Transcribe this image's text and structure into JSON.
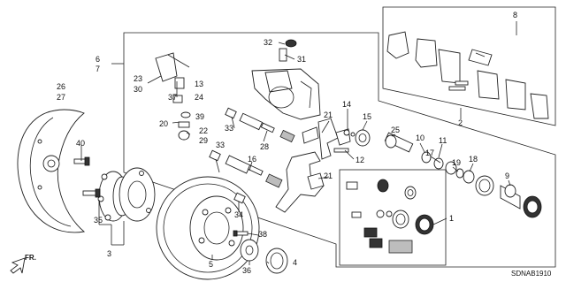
{
  "callouts": {
    "c1": "1",
    "c2": "2",
    "c3": "3",
    "c4": "4",
    "c5": "5",
    "c6": "6",
    "c7": "7",
    "c8": "8",
    "c9": "9",
    "c10": "10",
    "c11": "11",
    "c12": "12",
    "c13": "13",
    "c14": "14",
    "c15": "15",
    "c16": "16",
    "c17": "17",
    "c18": "18",
    "c19": "19",
    "c20": "20",
    "c21a": "21",
    "c21b": "21",
    "c22": "22",
    "c23": "23",
    "c24": "24",
    "c25": "25",
    "c26": "26",
    "c27": "27",
    "c28": "28",
    "c29": "29",
    "c30": "30",
    "c31": "31",
    "c32": "32",
    "c33a": "33",
    "c33b": "33",
    "c34": "34",
    "c35": "35",
    "c36": "36",
    "c37": "37",
    "c38": "38",
    "c39": "39",
    "c40": "40"
  },
  "direction_label": "FR.",
  "diagram_code": "SDNAB1910"
}
